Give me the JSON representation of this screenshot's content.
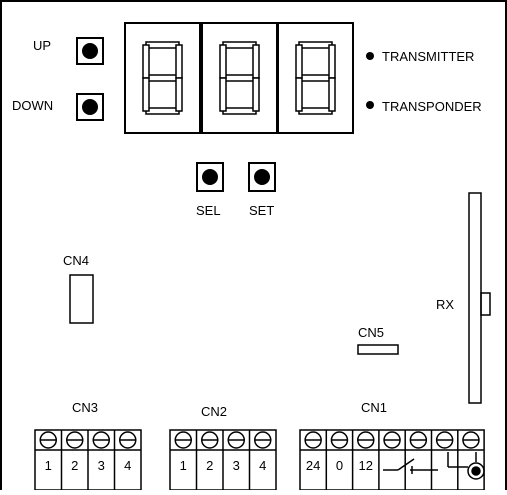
{
  "buttons": {
    "up": "UP",
    "down": "DOWN",
    "sel": "SEL",
    "set": "SET"
  },
  "display": {
    "digits": [
      "8",
      "8",
      "8"
    ]
  },
  "indicators": {
    "transmitter": "TRANSMITTER",
    "transponder": "TRANSPONDER"
  },
  "connectors": {
    "cn1": "CN1",
    "cn2": "CN2",
    "cn3": "CN3",
    "cn4": "CN4",
    "cn5": "CN5",
    "rx": "RX"
  },
  "terminals": {
    "cn3": [
      "1",
      "2",
      "3",
      "4"
    ],
    "cn2": [
      "1",
      "2",
      "3",
      "4"
    ],
    "cn1": [
      "24",
      "0",
      "12"
    ]
  },
  "colors": {
    "line": "#000000",
    "background": "#ffffff"
  }
}
